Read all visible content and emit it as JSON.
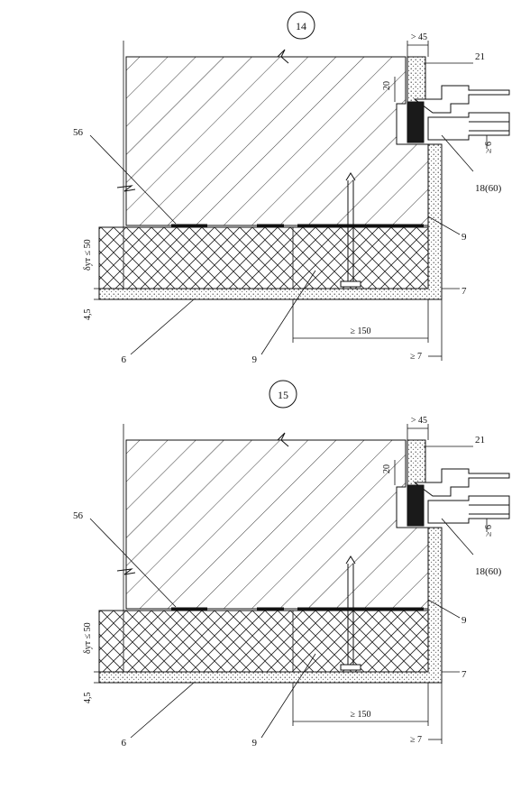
{
  "details": [
    {
      "number": "14",
      "labels": {
        "dim_top": "> 45",
        "dim_side": "20",
        "window": "21",
        "gap": "≥ 6",
        "sealant": "18(60)",
        "slab_ins": "9",
        "render": "7",
        "base": "6",
        "fill": "9",
        "anchor_len": "≥ 150",
        "render_thk": "≥ 7",
        "adhesive": "56",
        "ins_thk": "δут ≤ 50",
        "plaster_thk": "4,5"
      }
    },
    {
      "number": "15",
      "labels": {
        "dim_top": "> 45",
        "dim_side": "20",
        "window": "21",
        "gap": "≥ 6",
        "sealant": "18(60)",
        "slab_ins": "9",
        "render": "7",
        "base": "6",
        "fill": "9",
        "anchor_len": "≥ 150",
        "render_thk": "≥ 7",
        "adhesive": "56",
        "ins_thk": "δут ≤ 50",
        "plaster_thk": "4,5"
      }
    }
  ],
  "colors": {
    "ink": "#111111",
    "paper": "#ffffff",
    "sealant": "#1a1a1a"
  }
}
